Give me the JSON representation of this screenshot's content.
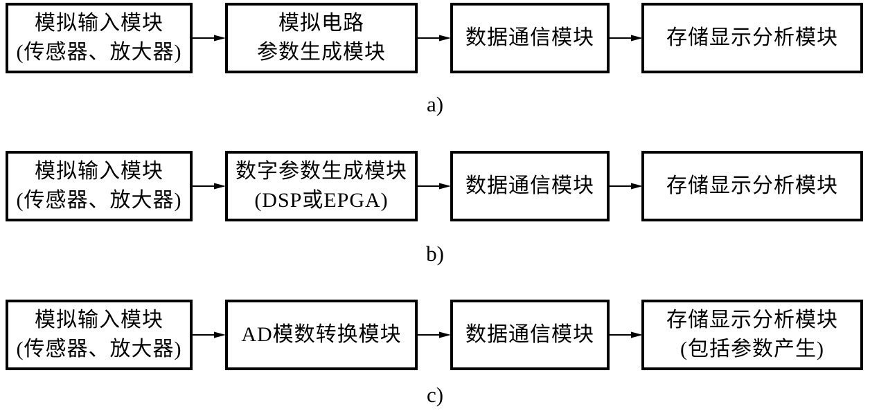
{
  "diagram": {
    "background": "#ffffff",
    "line_color": "#000000",
    "rows": [
      {
        "label": "a)",
        "boxes": [
          {
            "line1": "模拟输入模块",
            "line2": "(传感器、放大器)"
          },
          {
            "line1": "模拟电路",
            "line2": "参数生成模块"
          },
          {
            "line1": "数据通信模块"
          },
          {
            "line1": "存储显示分析模块"
          }
        ]
      },
      {
        "label": "b)",
        "boxes": [
          {
            "line1": "模拟输入模块",
            "line2": "(传感器、放大器)"
          },
          {
            "line1": "数字参数生成模块",
            "line2": "(DSP或EPGA)"
          },
          {
            "line1": "数据通信模块"
          },
          {
            "line1": "存储显示分析模块"
          }
        ]
      },
      {
        "label": "c)",
        "boxes": [
          {
            "line1": "模拟输入模块",
            "line2": "(传感器、放大器)"
          },
          {
            "line1": "AD模数转换模块"
          },
          {
            "line1": "数据通信模块"
          },
          {
            "line1": "存储显示分析模块",
            "line2": "(包括参数产生)"
          }
        ]
      }
    ]
  }
}
